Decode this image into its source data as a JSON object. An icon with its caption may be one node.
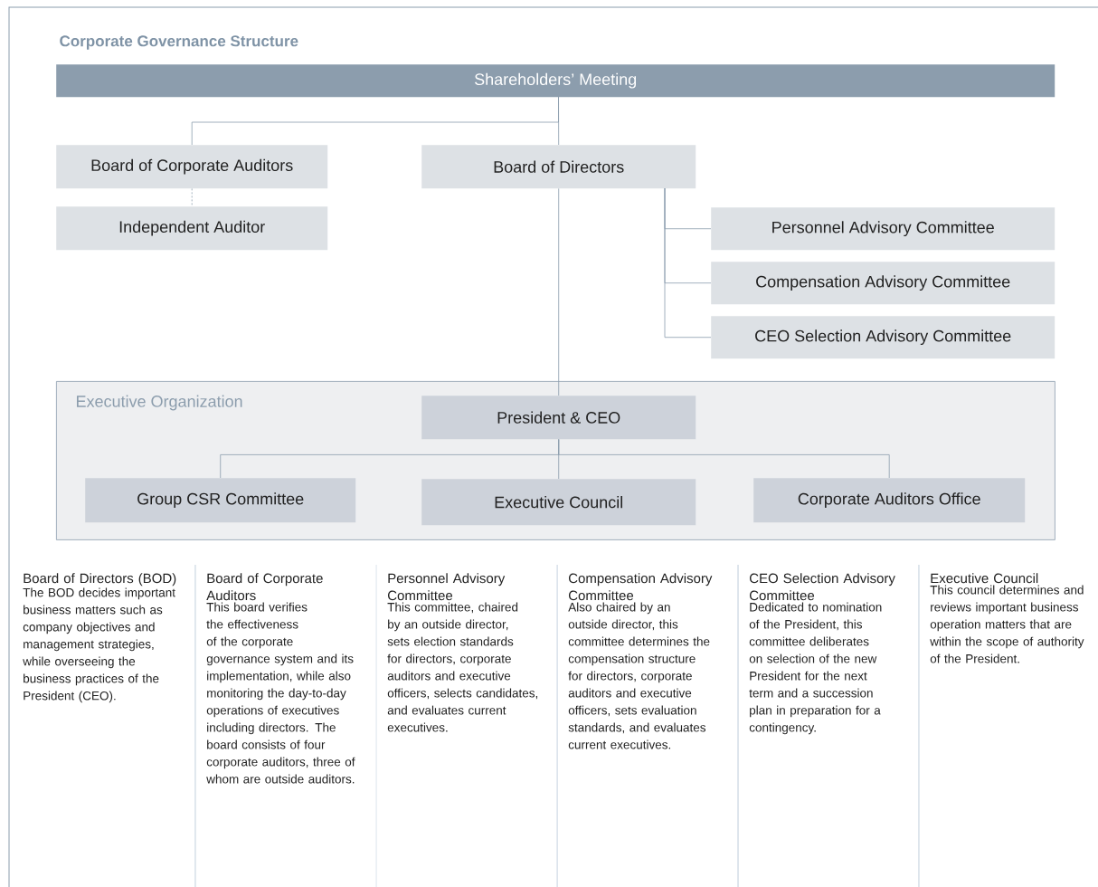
{
  "diagram": {
    "title": "Corporate Governance Structure",
    "nodes": [
      {
        "text": [
          "Shareholders’ Meeting"
        ]
      },
      {
        "text": [
          "Board of Corporate Auditors"
        ]
      },
      {
        "text": [
          "Board of Directors"
        ]
      },
      {
        "text": [
          "Independent Auditor"
        ]
      },
      {
        "text": [
          "Personnel Advisory Committee"
        ]
      },
      {
        "text": [
          "Compensation Advisory Committee"
        ]
      },
      {
        "text": [
          "CEO Selection Advisory Committee"
        ]
      },
      {
        "text": [
          "Executive Organization"
        ]
      },
      {
        "text": [
          "President & CEO"
        ],
        "in": 7
      },
      {
        "text": [
          "Group CSR Committee"
        ],
        "in": 7
      },
      {
        "text": [
          "Executive Council"
        ],
        "in": 7
      },
      {
        "text": [
          "Corporate Auditors Office"
        ],
        "in": 7
      }
    ],
    "edges": [
      {
        "from": 0,
        "to": 1,
        "arrow": "none"
      },
      {
        "from": 0,
        "to": 2,
        "arrow": "none"
      },
      {
        "from": 1,
        "to": 3,
        "arrow": "none",
        "style": "dashed"
      },
      {
        "from": 2,
        "to": 4,
        "arrow": "none"
      },
      {
        "from": 2,
        "to": 5,
        "arrow": "none"
      },
      {
        "from": 2,
        "to": 6,
        "arrow": "none"
      },
      {
        "from": 2,
        "to": 8,
        "arrow": "none"
      },
      {
        "from": 8,
        "to": 9,
        "arrow": "none"
      },
      {
        "from": 8,
        "to": 10,
        "arrow": "none"
      },
      {
        "from": 8,
        "to": 11,
        "arrow": "none"
      }
    ],
    "labels": [
      "Board of Directors (BOD)",
      "The BOD decides important business matters such as company objectives and management strategies, while overseeing the business practices of the President (CEO).",
      "Board of Corporate Auditors",
      "This board verifies the effectiveness of the corporate governance system and its implementation, while also monitoring the day-to-day operations of executives including directors. The board consists of four corporate auditors, three of whom are outside auditors.",
      "Personnel Advisory Committee",
      "This committee, chaired by an outside director, sets election standards for directors, corporate auditors and executive officers, selects candidates, and evaluates current executives.",
      "Compensation Advisory Committee",
      "Also chaired by an outside director, this committee determines the compensation structure for directors, corporate auditors and executive officers, sets evaluation standards, and evaluates current executives.",
      "CEO Selection Advisory Committee",
      "Dedicated to nomination of the President, this committee deliberates on selection of the new President for the next term and a succession plan in preparation for a contingency.",
      "Executive Council",
      "This council determines and reviews important business operation matters that are within the scope of authority of the President."
    ]
  }
}
